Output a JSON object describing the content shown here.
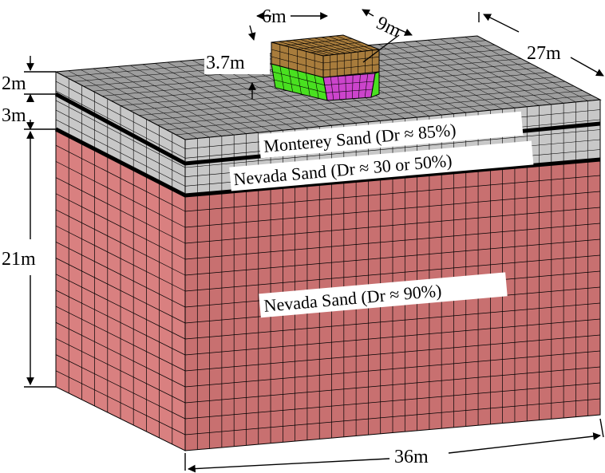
{
  "dimensions": {
    "structure_width": "6m",
    "structure_depth": "9m",
    "structure_height": "3.7m",
    "domain_depth": "27m",
    "domain_width": "36m",
    "layer_top": "2m",
    "layer_middle": "3m",
    "layer_bottom": "21m"
  },
  "layers": {
    "top": "Monterey Sand (Dr ≈ 85%)",
    "middle": "Nevada Sand (Dr ≈ 30 or 50%)",
    "bottom": "Nevada Sand (Dr ≈ 90%)"
  },
  "colors": {
    "top_face": "#9e9e9e",
    "upper_layer_side": "#c8c8c8",
    "lower_layer_side": "#d98080",
    "lower_layer_right": "#c87070",
    "structure_roof": "#a87c3c",
    "structure_walls": "#49e020",
    "structure_foundation": "#cc44cc",
    "layer_boundary": "#000000"
  }
}
